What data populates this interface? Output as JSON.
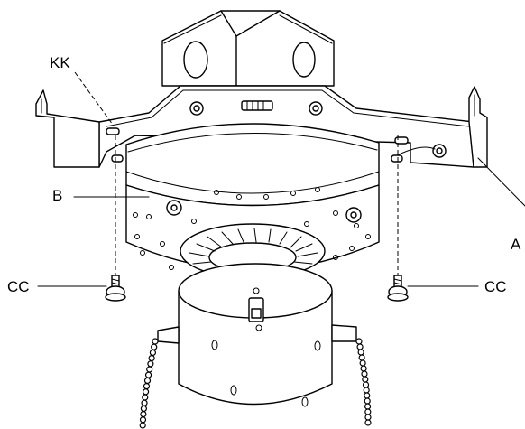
{
  "labels": {
    "kk": "KK",
    "b": "B",
    "a": "A",
    "cc_left": "CC",
    "cc_right": "CC"
  }
}
